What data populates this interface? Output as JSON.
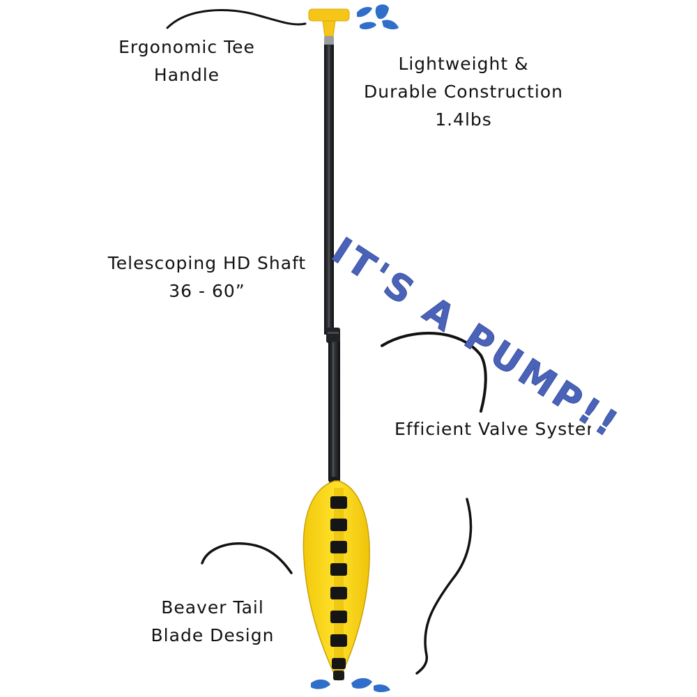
{
  "labels": {
    "handle": {
      "line1": "Ergonomic Tee",
      "line2": "Handle"
    },
    "construction": {
      "line1": "Lightweight &",
      "line2": "Durable Construction",
      "line3": "1.4lbs"
    },
    "shaft": {
      "line1": "Telescoping HD Shaft",
      "line2": "36 - 60”"
    },
    "valve": {
      "line1": "Efficient Valve System"
    },
    "blade": {
      "line1": "Beaver Tail",
      "line2": "Blade Design"
    }
  },
  "slogan": "IT'S A PUMP!!",
  "colors": {
    "blade_yellow": "#f6d20f",
    "handle_yellow": "#f5c518",
    "shaft_black": "#1d1f22",
    "water_blue": "#2f6ec9",
    "slogan_blue": "#4a63b8"
  },
  "icons": [
    "water-splash-icon",
    "curved-pointer-line"
  ]
}
